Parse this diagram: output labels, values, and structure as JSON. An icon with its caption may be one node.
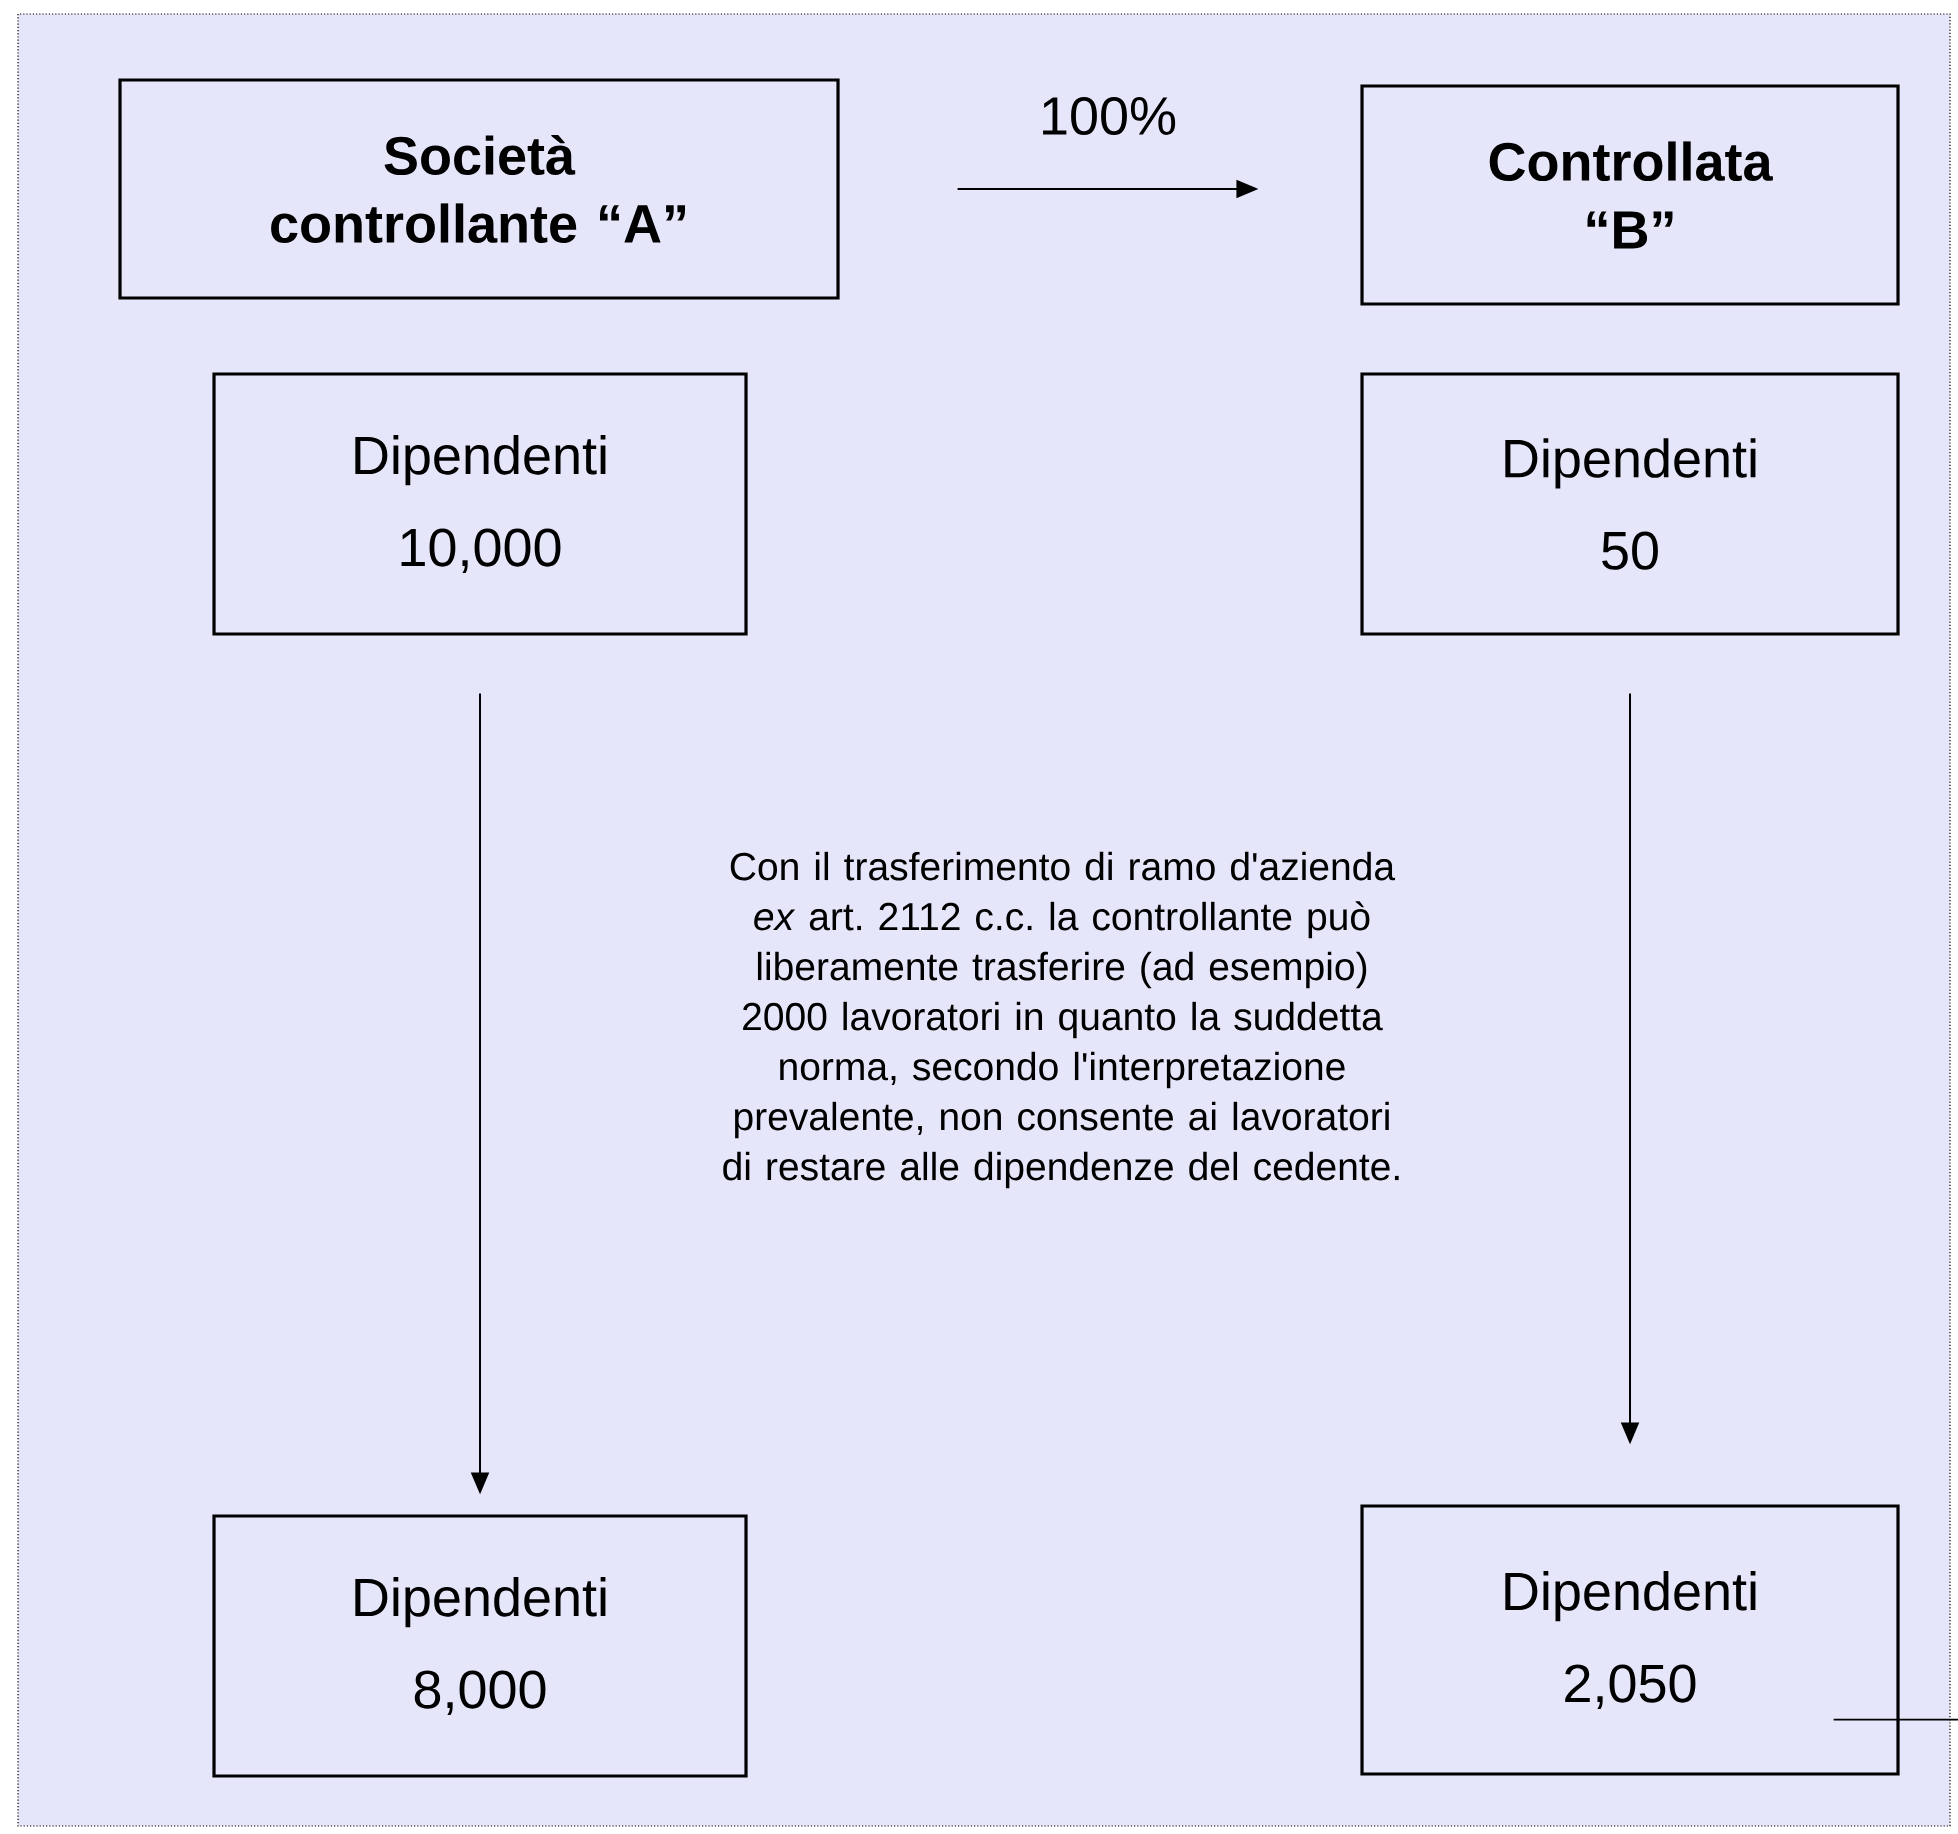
{
  "diagram": {
    "nodes": [
      {
        "text": [
          "Società controllante “A”"
        ]
      },
      {
        "text": [
          "Controllata “B”"
        ]
      },
      {
        "text": [
          "Dipendenti",
          "10,000"
        ]
      },
      {
        "text": [
          "Dipendenti",
          "50"
        ]
      },
      {
        "text": [
          "Dipendenti",
          "8,000"
        ]
      },
      {
        "text": [
          "Dipendenti",
          "2,050"
        ]
      }
    ],
    "edges": [
      {
        "from": 0,
        "to": 1,
        "arrow": "to",
        "label": "100%"
      },
      {
        "from": 2,
        "to": 4,
        "arrow": "to"
      },
      {
        "from": 3,
        "to": 5,
        "arrow": "to"
      },
      {
        "from": 5,
        "to": null,
        "arrow": "none"
      }
    ],
    "labels": [
      "Con il trasferimento di ramo d'azienda *ex* art. 2112 c.c. la controllante può liberamente trasferire (ad esempio) 2000 lavoratori in quanto la suddetta norma, secondo l'interpretazione prevalente, non consente ai lavoratori di restare alle dipendenze del cedente."
    ]
  }
}
